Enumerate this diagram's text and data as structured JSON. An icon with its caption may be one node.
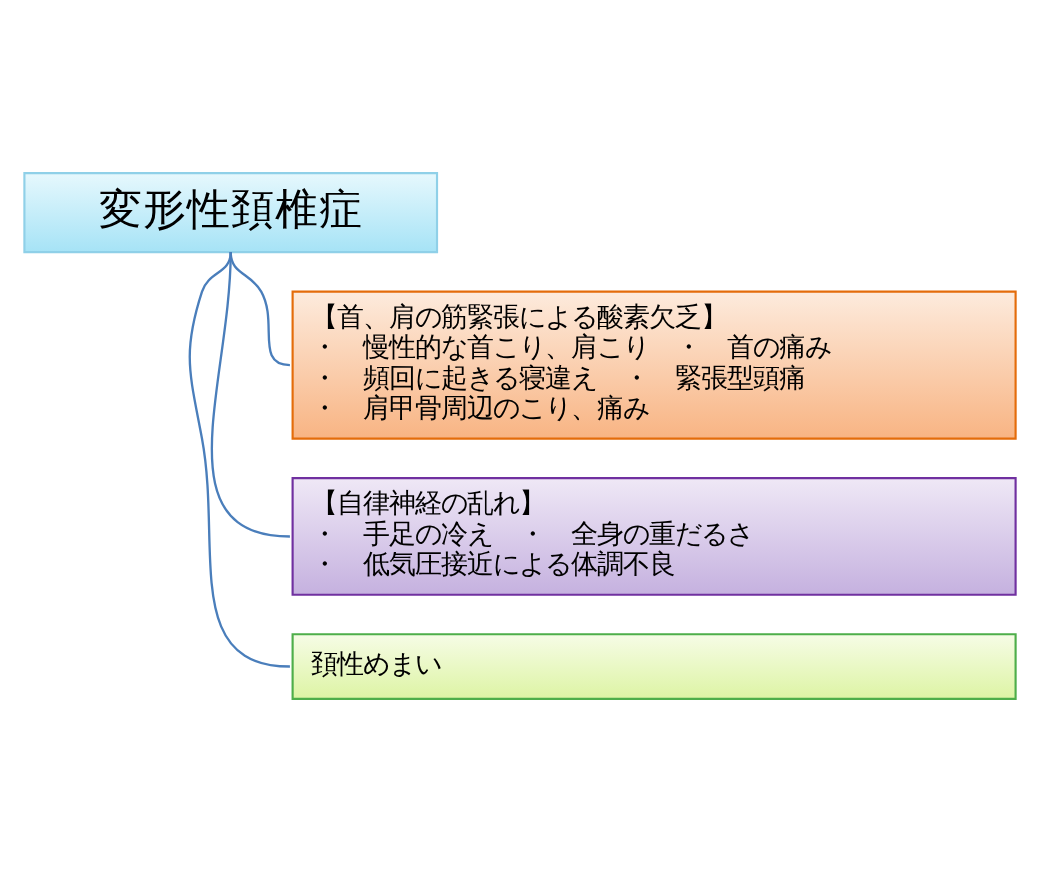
{
  "diagram": {
    "nodes": [
      {
        "text": [
          "変形性頚椎症"
        ]
      },
      {
        "text": [
          "【首、肩の筋緊張による酸素欠乏】",
          "・　慢性的な首こり、肩こり　・　首の痛み",
          "・　頻回に起きる寝違え　・　緊張型頭痛",
          "・　肩甲骨周辺のこり、痛み"
        ]
      },
      {
        "text": [
          "【自律神経の乱れ】",
          "・　手足の冷え　・　全身の重だるさ",
          "・　低気圧接近による体調不良"
        ]
      },
      {
        "text": [
          "頚性めまい"
        ]
      }
    ],
    "edges": [
      {
        "from": 0,
        "to": 1,
        "arrow": "none"
      },
      {
        "from": 0,
        "to": 2,
        "arrow": "none"
      },
      {
        "from": 0,
        "to": 3,
        "arrow": "none"
      }
    ]
  }
}
